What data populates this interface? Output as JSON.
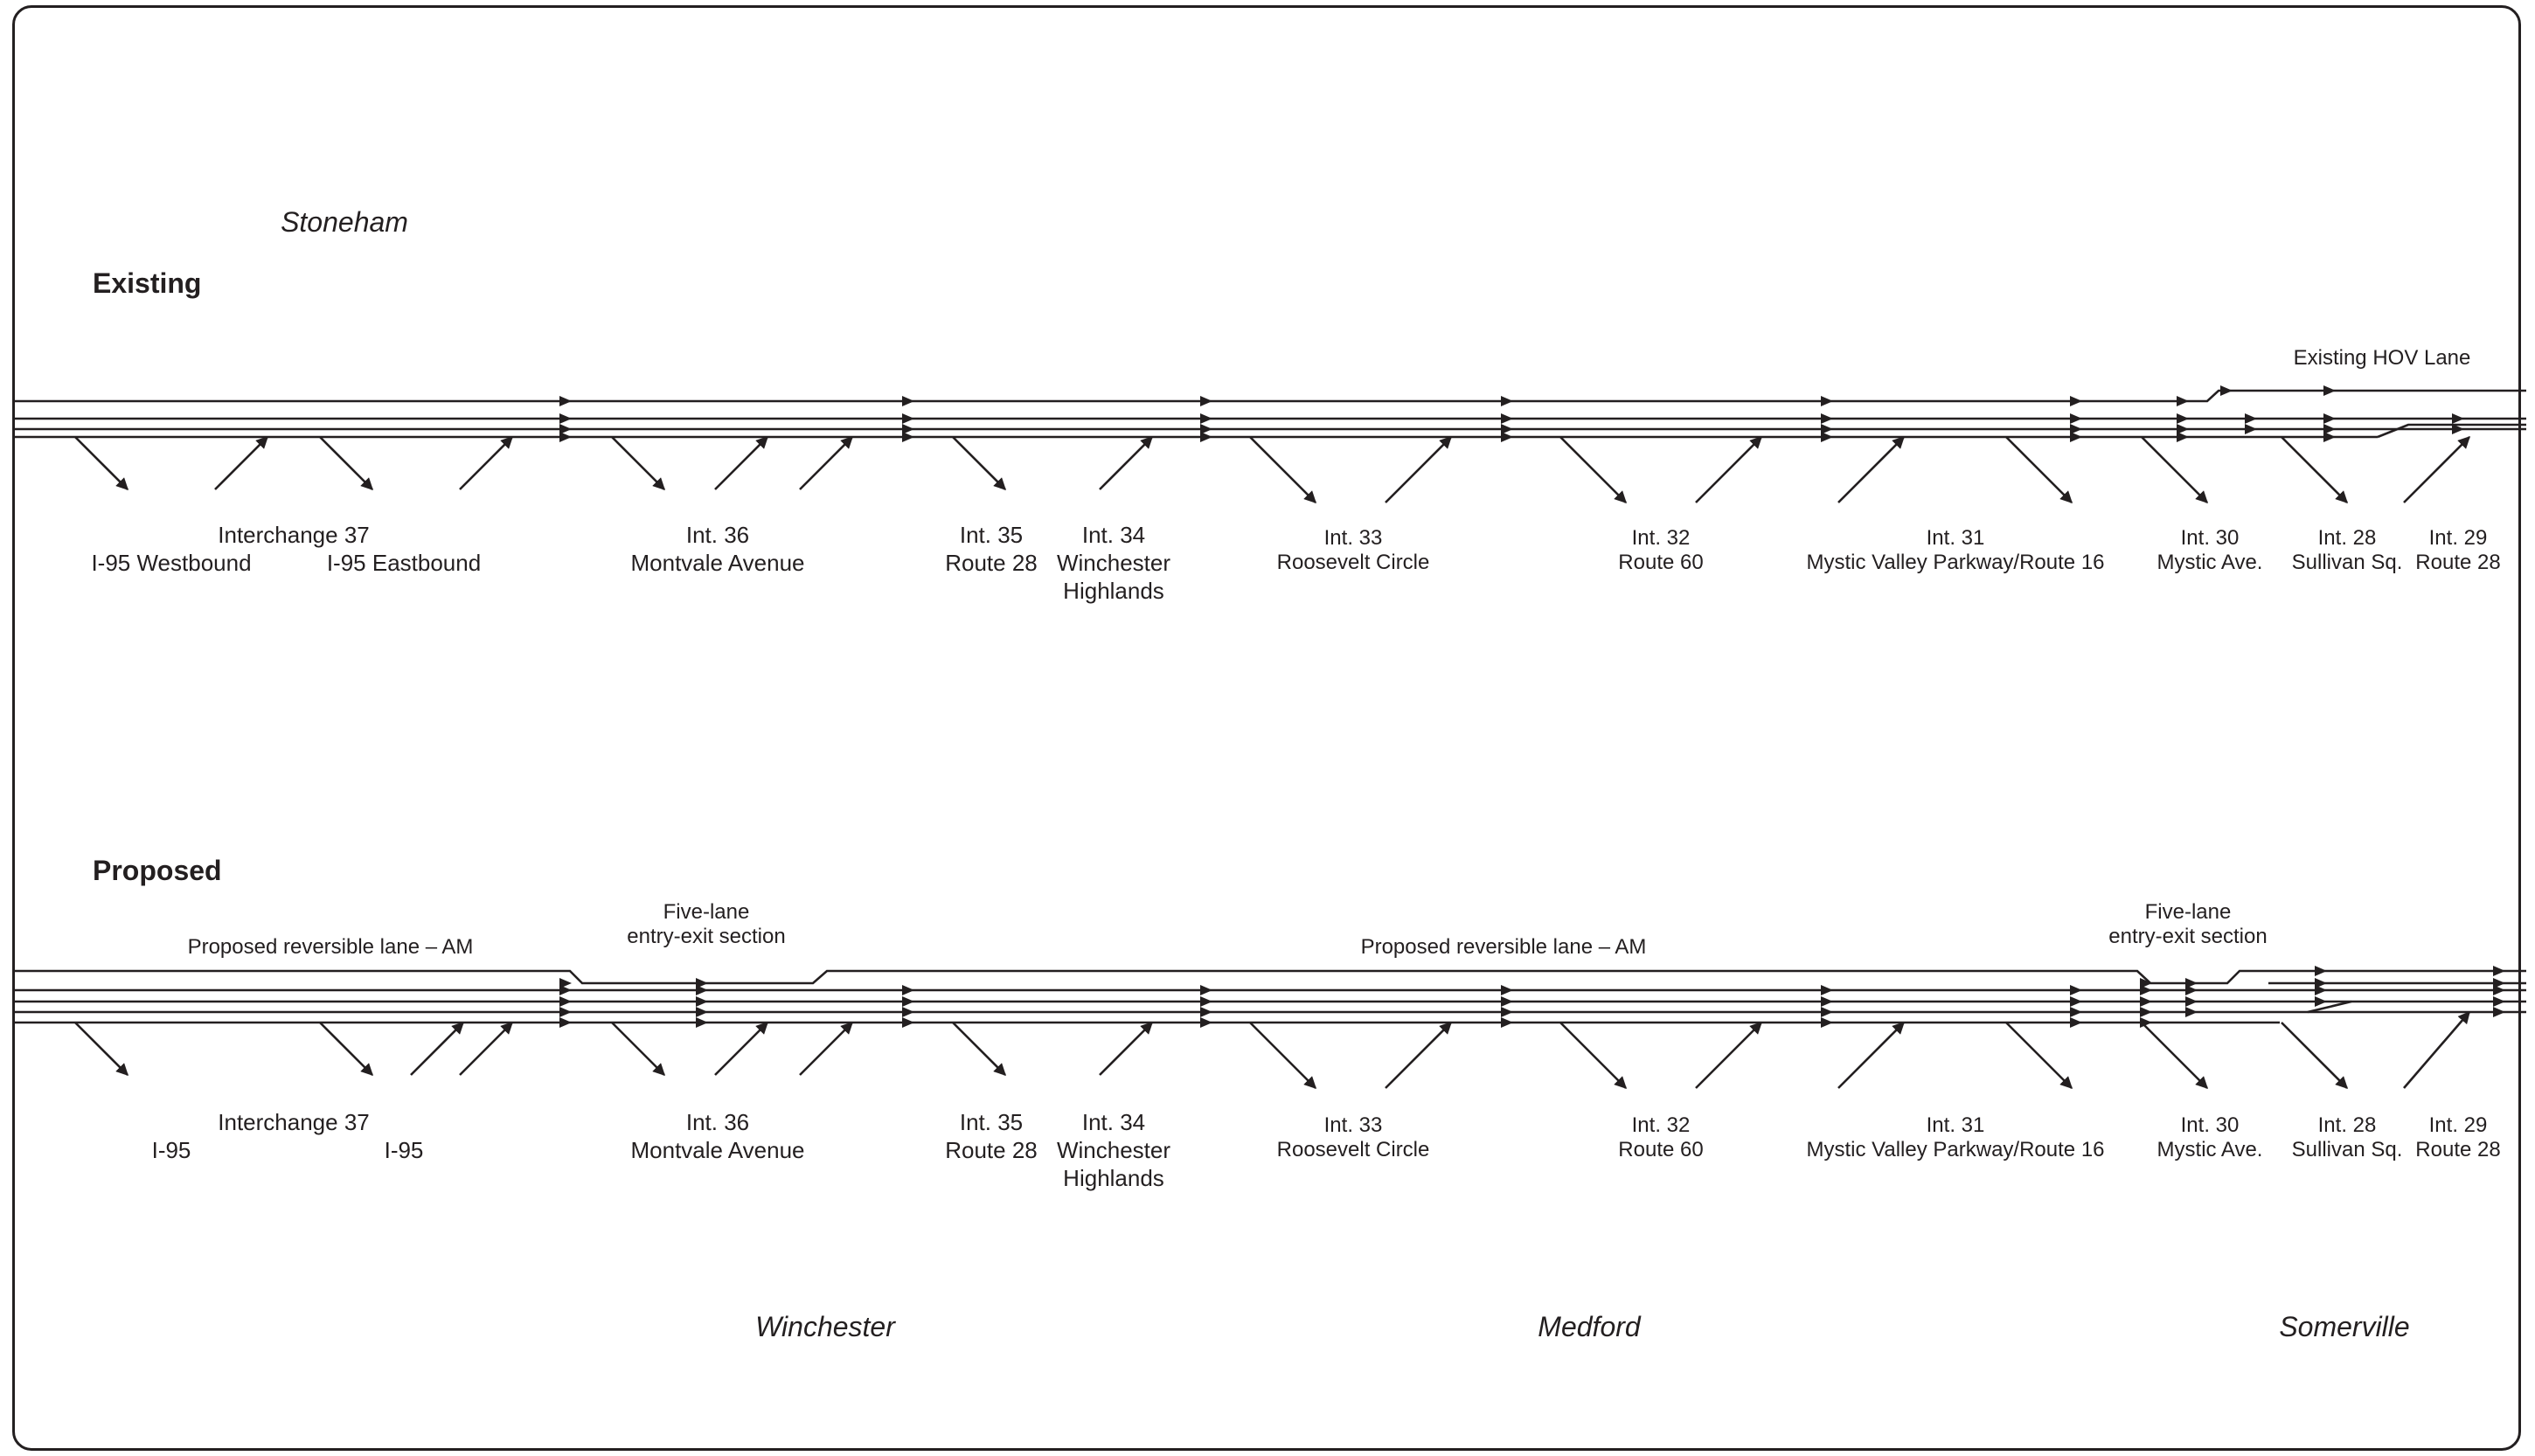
{
  "sections": {
    "existing": "Existing",
    "proposed": "Proposed"
  },
  "places": {
    "stoneham": "Stoneham",
    "winchester": "Winchester",
    "medford": "Medford",
    "somerville": "Somerville"
  },
  "notes": {
    "existing_hov": "Existing HOV Lane",
    "reversible_left": "Proposed reversible lane – AM",
    "reversible_mid": "Proposed reversible lane – AM",
    "five_lane_left": [
      "Five-lane",
      "entry-exit section"
    ],
    "five_lane_right": [
      "Five-lane",
      "entry-exit section"
    ]
  },
  "existing_labels": {
    "int37": "Interchange 37",
    "i95_wb": "I-95 Westbound",
    "i95_eb": "I-95 Eastbound",
    "int36": [
      "Int. 36",
      "Montvale Avenue"
    ],
    "int35": [
      "Int. 35",
      "Route 28"
    ],
    "int34": [
      "Int. 34",
      "Winchester",
      "Highlands"
    ],
    "int33": [
      "Int. 33",
      "Roosevelt Circle"
    ],
    "int32": [
      "Int. 32",
      "Route 60"
    ],
    "int31": [
      "Int. 31",
      "Mystic Valley Parkway/Route 16"
    ],
    "int30": [
      "Int. 30",
      "Mystic Ave."
    ],
    "int28": [
      "Int. 28",
      "Sullivan Sq."
    ],
    "int29": [
      "Int. 29",
      "Route 28"
    ]
  },
  "proposed_labels": {
    "int37": "Interchange 37",
    "i95_left": "I-95",
    "i95_right": "I-95",
    "int36": [
      "Int. 36",
      "Montvale Avenue"
    ],
    "int35": [
      "Int. 35",
      "Route 28"
    ],
    "int34": [
      "Int. 34",
      "Winchester",
      "Highlands"
    ],
    "int33": [
      "Int. 33",
      "Roosevelt Circle"
    ],
    "int32": [
      "Int. 32",
      "Route 60"
    ],
    "int31": [
      "Int. 31",
      "Mystic Valley Parkway/Route 16"
    ],
    "int30": [
      "Int. 30",
      "Mystic Ave."
    ],
    "int28": [
      "Int. 28",
      "Sullivan Sq."
    ],
    "int29": [
      "Int. 29",
      "Route 28"
    ]
  }
}
